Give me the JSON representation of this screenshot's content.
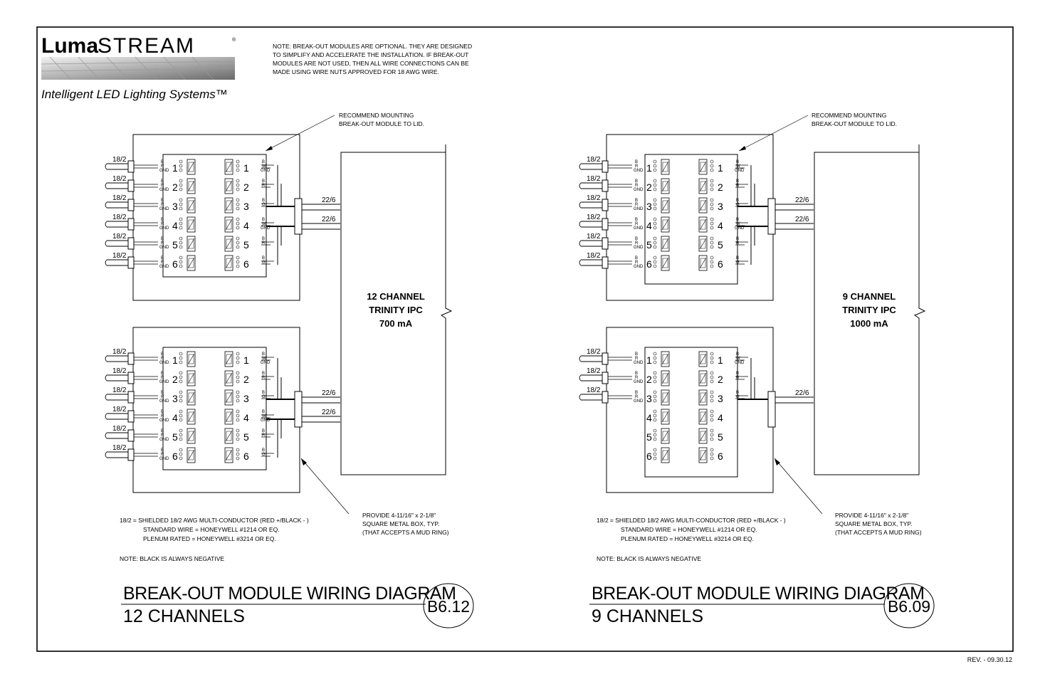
{
  "brand": {
    "name_part1": "Luma",
    "name_part2": "STREAM",
    "registered": "®",
    "tagline": "Intelligent LED Lighting Systems™"
  },
  "top_note": [
    "NOTE: BREAK-OUT MODULES ARE OPTIONAL.  THEY ARE DESIGNED",
    "TO SIMPLIFY AND ACCELERATE THE INSTALLATION.  IF BREAK-OUT",
    "MODULES ARE NOT USED, THEN ALL WIRE CONNECTIONS CAN BE",
    "MADE USING WIRE NUTS APPROVED FOR 18 AWG WIRE."
  ],
  "callouts": {
    "mount": [
      "RECOMMEND MOUNTING",
      "BREAK-OUT MODULE TO LID."
    ],
    "box": [
      "PROVIDE 4-11/16\" x 2-1/8\"",
      "SQUARE METAL BOX, TYP.",
      "(THAT ACCEPTS A MUD RING)"
    ]
  },
  "wire_labels": {
    "input": "18/2",
    "output": "22/6",
    "b": "B",
    "r": "R",
    "gnd": "GND",
    "w": "W",
    "g": "G"
  },
  "legend": [
    "18/2 = SHIELDED 18/2 AWG MULTI-CONDUCTOR (RED +/BLACK - )",
    "STANDARD WIRE = HONEYWELL #1214 OR EQ.",
    "PLENUM RATED = HONEYWELL #3214 OR EQ."
  ],
  "black_note": "NOTE:  BLACK IS ALWAYS NEGATIVE",
  "channel_numbers": [
    "1",
    "2",
    "3",
    "4",
    "5",
    "6"
  ],
  "diagrams": [
    {
      "ipc": [
        "12 CHANNEL",
        "TRINITY IPC",
        "700 mA"
      ],
      "title": [
        "BREAK-OUT MODULE WIRING DIAGRAM",
        "12 CHANNELS"
      ],
      "badge": "B6.12"
    },
    {
      "ipc": [
        "9 CHANNEL",
        "TRINITY IPC",
        "1000 mA"
      ],
      "title": [
        "BREAK-OUT MODULE WIRING DIAGRAM",
        "9 CHANNELS"
      ],
      "badge": "B6.09"
    }
  ],
  "revision": "REV. - 09.30.12"
}
